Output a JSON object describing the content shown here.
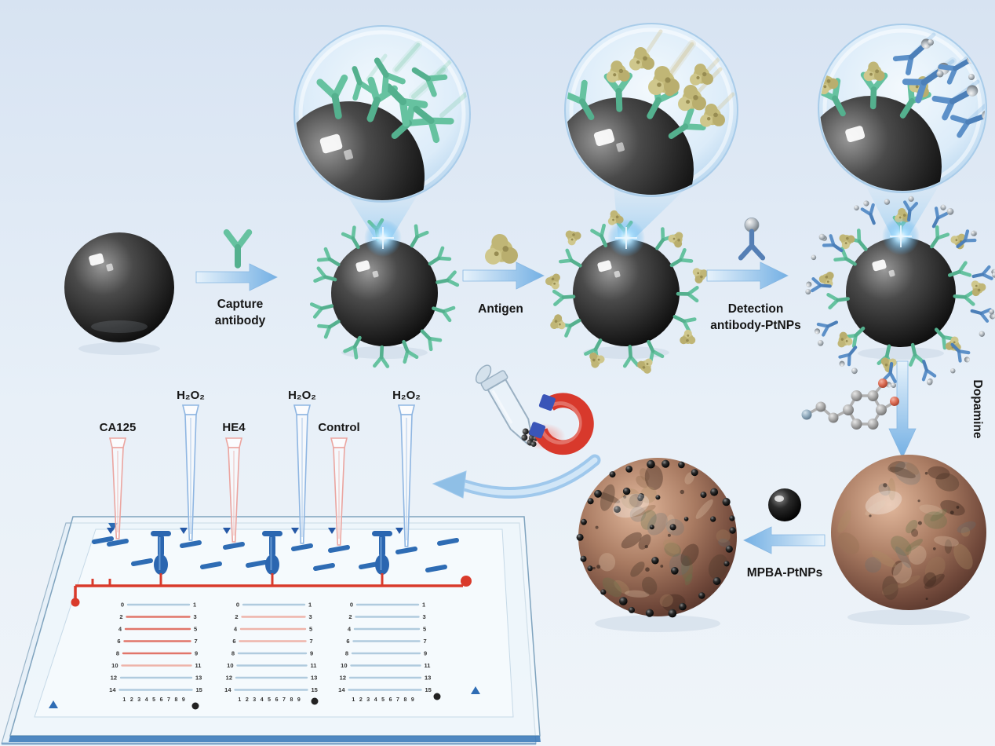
{
  "labels": {
    "capture_line1": "Capture",
    "capture_line2": "antibody",
    "antigen": "Antigen",
    "detection_line1": "Detection",
    "detection_line2": "antibody-PtNPs",
    "dopamine": "Dopamine",
    "mpba": "MPBA-PtNPs"
  },
  "chip": {
    "inlets": [
      {
        "label": "CA125",
        "color": "pink"
      },
      {
        "label": "H₂O₂",
        "color": "blue"
      },
      {
        "label": "HE4",
        "color": "pink"
      },
      {
        "label": "H₂O₂",
        "color": "blue"
      },
      {
        "label": "Control",
        "color": "pink"
      },
      {
        "label": "H₂O₂",
        "color": "blue"
      }
    ],
    "ruler_left": [
      "0",
      "2",
      "4",
      "6",
      "8",
      "10",
      "12",
      "14"
    ],
    "ruler_right": [
      "1",
      "3",
      "5",
      "7",
      "9",
      "11",
      "13",
      "15"
    ],
    "ruler_bottom": [
      "1",
      "2",
      "3",
      "4",
      "5",
      "6",
      "7",
      "8",
      "9"
    ],
    "groups": [
      {
        "row_colors": [
          "none",
          "red",
          "red",
          "red",
          "red",
          "pink",
          "none",
          "none"
        ]
      },
      {
        "row_colors": [
          "none",
          "pink",
          "pink",
          "pink",
          "none",
          "none",
          "none",
          "none"
        ]
      },
      {
        "row_colors": [
          "none",
          "none",
          "none",
          "none",
          "none",
          "none",
          "none",
          "none"
        ]
      }
    ]
  },
  "icons": {
    "capture_antibody": "green-Y-antibody",
    "detection_antibody": "blue-Y-antibody-with-PtNP",
    "antigen": "olive-blob",
    "magnetic_bead": "dark-glossy-sphere",
    "pda_bead": "brown-rough-sphere",
    "ptnp": "silver-nanoparticle",
    "mpba_ptnp": "black-glossy-sphere",
    "magnet": "horseshoe-magnet",
    "tube": "microcentrifuge-tube",
    "dopamine_molecule": "ball-and-stick",
    "pipette_tip": "translucent-cone"
  },
  "colors": {
    "background_top": "#d7e3f2",
    "background_bottom": "#eff4f9",
    "arrow_blue": "#74b0e4",
    "antibody_green": "#66c2a0",
    "antibody_blue": "#5c90c8",
    "antigen_olive": "#c6bd7c",
    "chip_blue": "#2b66b0",
    "chip_red": "#d93a2b",
    "bead_brown": "#a97b62",
    "magnet_red": "#d8392c",
    "magnet_blue": "#3a55b8"
  }
}
